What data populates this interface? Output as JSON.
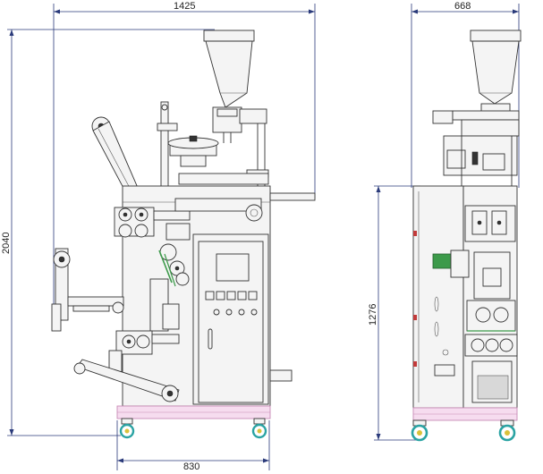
{
  "dimensions": {
    "front_total_width": "1425",
    "front_total_height": "2040",
    "front_base_width": "830",
    "side_total_width": "668",
    "side_body_height": "1276"
  },
  "colors": {
    "dimension_line": "#2a3a7a",
    "outline": "#333333",
    "base_frame": "#e8b4d8",
    "caster_wheel": "#2aa3a3",
    "caster_hub": "#d9c23a",
    "panel_green": "#3c9a4a",
    "accent_red": "#c23a3a"
  },
  "icons": {
    "caster": "caster-wheel-icon",
    "hopper": "funnel-hopper-icon"
  }
}
